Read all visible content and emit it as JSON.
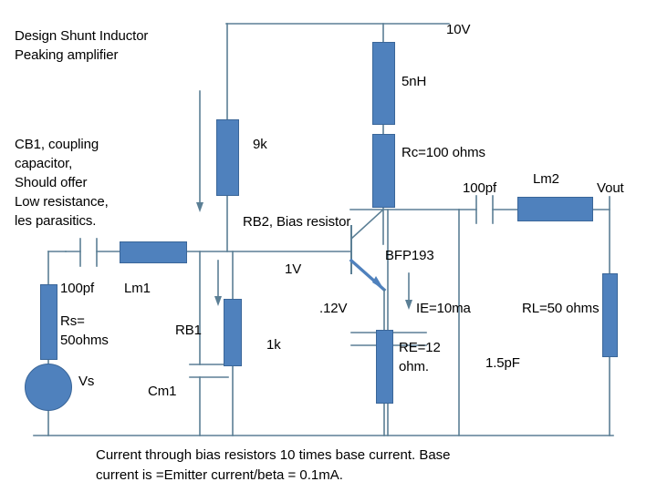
{
  "diagram": {
    "title_note": "Design Shunt Inductor\nPeaking amplifier",
    "cb1_note": "CB1, coupling\ncapacitor,\nShould offer\nLow resistance,\nles parasitics.",
    "footnote": "Current through bias resistors 10 times base current. Base\ncurrent is =Emitter current/beta = 0.1mA.",
    "accent_fill": "#4f81bd",
    "accent_stroke": "#3a6699",
    "wire_color": "#5b7f95"
  },
  "labels": {
    "supply": "10V",
    "l_peaking": "5nH",
    "rc": "Rc=100 ohms",
    "rb2_value": "9k",
    "rb2_name": "RB2, Bias resistor",
    "cap_out": "100pf",
    "lm2": "Lm2",
    "vout": "Vout",
    "transistor": "BFP193",
    "base_voltage": "1V",
    "emitter_voltage": ".12V",
    "emitter_current": "IE=10ma",
    "re": "RE=12\nohm.",
    "c_emitter": "1.5pF",
    "rl": "RL=50 ohms",
    "cap_in": "100pf",
    "lm1": "Lm1",
    "rs": "Rs=\n50ohms",
    "vs": "Vs",
    "rb1_name": "RB1",
    "rb1_value": "1k",
    "cm1": "Cm1"
  }
}
